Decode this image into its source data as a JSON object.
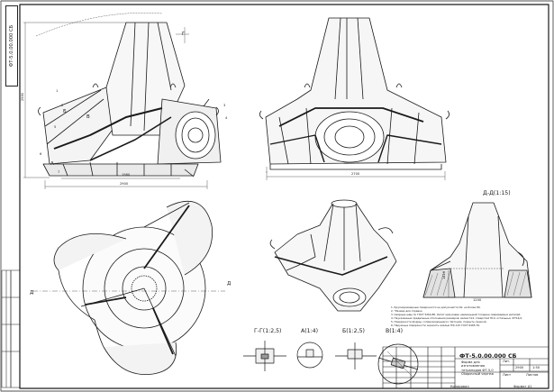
{
  "document": {
    "code_rotated": "ФТ-5.0.00.000 СБ",
    "designation": "ФТ-5.0.00.000 СБ",
    "name": "Форма для изготовления тетраподов ФТ-5,0 Сборочный чертеж",
    "mass": "2900",
    "scale": "1:50",
    "sheet": "Лист",
    "sheets": "Листов",
    "lit": "Лит.",
    "copied": "Копировал",
    "format": "Формат А1"
  },
  "sections": {
    "section_d": "Д-Д(1:15)",
    "view_g": "Г-Г(1:2,5)",
    "view_a": "А(1:4)",
    "view_b": "Б(1:2,5)",
    "view_v": "В(1:4)"
  },
  "labels": {
    "A": "А",
    "B": "Б",
    "V": "В",
    "G": "Г",
    "D1": "Д",
    "D2": "Д",
    "n1": "1",
    "n2": "2",
    "n3": "3",
    "n4": "4",
    "n5": "5",
    "n6": "6",
    "n7": "7"
  },
  "dimensions": {
    "h_total": "2550",
    "w_base": "2900",
    "w_mid": "1980",
    "w_front": "2700",
    "w_small": "1200",
    "h_small": "1410"
  },
  "notes": [
    "1. Крупноразмерные поверхности не допускаются Rz. не более 80.",
    "2. *Размер для справок.",
    "3. Сварные швы по ГОСТ 5264-80. Катет шва равен наименьшей толщине свариваемых деталей.",
    "4. Неуказанные предельные отклонения размеров: валов h14, отверстий H14, остальных ±IT14/2.",
    "5. Поверхности формы, соприкасающиеся с бетоном, покрыть смазкой.",
    "6. Наружные поверхности окрасить эмалью ПФ-115 ГОСТ 6465-76."
  ],
  "colors": {
    "ink": "#1a1a1a",
    "paper": "#ffffff",
    "frame": "#222222"
  }
}
